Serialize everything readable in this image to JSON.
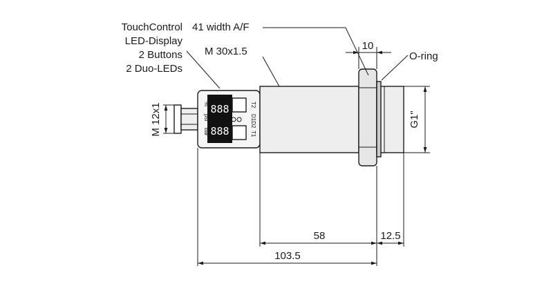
{
  "callouts": {
    "touchcontrol": [
      "TouchControl",
      "LED-Display",
      "2 Buttons",
      "2 Duo-LEDs"
    ],
    "width_af": "41 width A/F",
    "thread_m30": "M 30x1.5",
    "oring": "O-ring",
    "connector": "M 12x1",
    "process_thread": "G1\""
  },
  "dimensions": {
    "nut_width": "10",
    "body_length": "58",
    "thread_length": "12.5",
    "total_length": "103.5"
  },
  "display": {
    "digits": "888",
    "units": [
      "bar",
      "psi",
      "%"
    ],
    "channels": [
      "T1",
      "D1D2",
      "T2"
    ]
  },
  "colors": {
    "body_fill": "#eeeeee",
    "line": "#1a1a1a",
    "display": "#111111"
  }
}
